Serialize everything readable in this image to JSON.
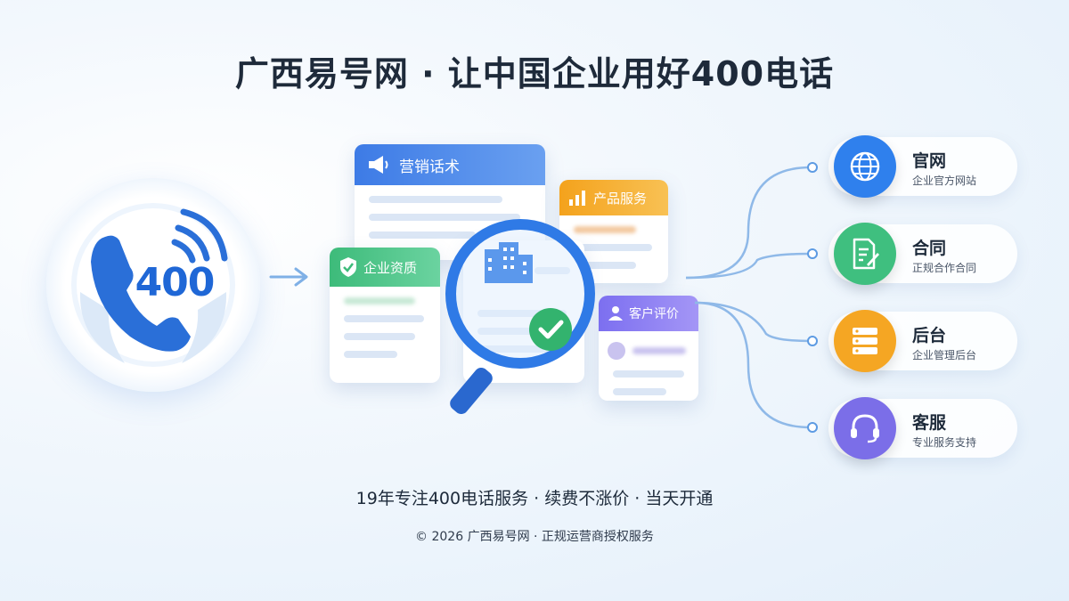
{
  "title": "广西易号网 · 让中国企业用好400电话",
  "phone_badge": {
    "number": "400"
  },
  "cards": {
    "marketing": "营销话术",
    "product": "产品服务",
    "qualification": "企业资质",
    "review": "客户评价"
  },
  "services": [
    {
      "title": "官网",
      "subtitle": "企业官方网站",
      "icon": "globe-icon",
      "color": "#2f80ed"
    },
    {
      "title": "合同",
      "subtitle": "正规合作合同",
      "icon": "contract-icon",
      "color": "#3fbf7f"
    },
    {
      "title": "后台",
      "subtitle": "企业管理后台",
      "icon": "server-icon",
      "color": "#f5a623"
    },
    {
      "title": "客服",
      "subtitle": "专业服务支持",
      "icon": "headset-icon",
      "color": "#7b6ee8"
    }
  ],
  "tagline": "19年专注400电话服务 · 续费不涨价 · 当天开通",
  "copyright": "© 2026 广西易号网 · 正规运营商授权服务"
}
